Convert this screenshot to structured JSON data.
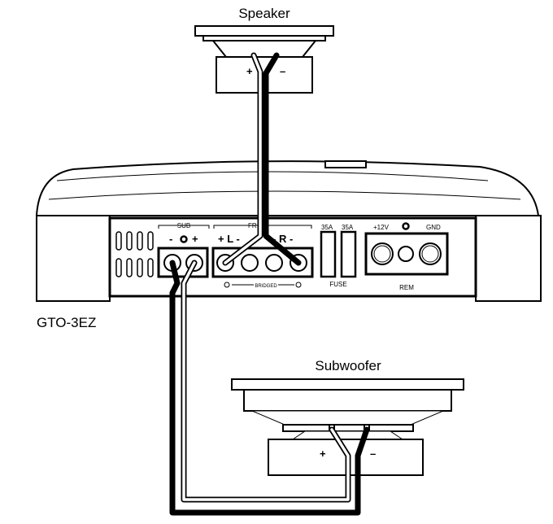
{
  "speaker": {
    "title": "Speaker",
    "plus": "+",
    "minus": "–"
  },
  "subwoofer": {
    "title": "Subwoofer",
    "plus": "+",
    "minus": "–"
  },
  "amp": {
    "model": "GTO-3EZ",
    "sub_label": "SUB",
    "sub_minus": "-",
    "sub_plus": "+",
    "front_label": "FR",
    "front_l": "+ L -",
    "front_r": "- R -",
    "bridged": "BRIDGED",
    "fuse1": "35A",
    "fuse2": "35A",
    "fuse_label": "FUSE",
    "p12v": "+12V",
    "gnd": "GND",
    "rem": "REM"
  },
  "colors": {
    "line": "#000000",
    "background": "#ffffff"
  }
}
